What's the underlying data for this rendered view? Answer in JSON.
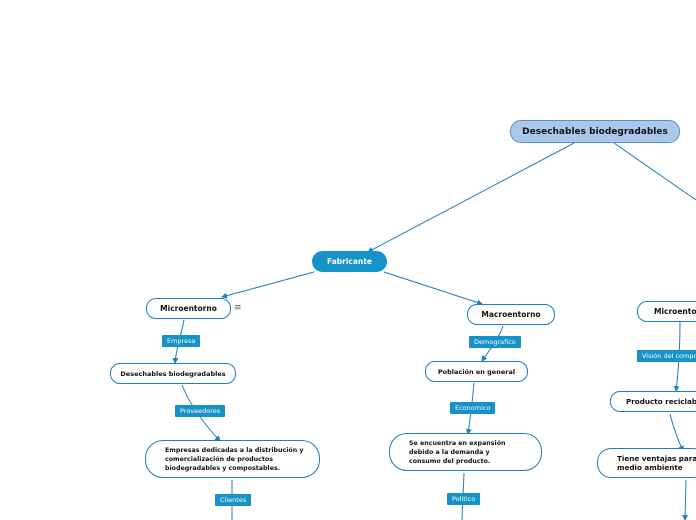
{
  "diagram": {
    "root": "Desechables biodegradables",
    "fabricante": "Fabricante",
    "left_branch": {
      "micro": "Microentorno",
      "tag_empresa": "Empresa",
      "desechables": "Desechables biodegradables",
      "tag_proveedores": "Proveedores",
      "empresas_text": "Empresas dedicadas a la distribución y comercialización de productos biodegradables y compostables.",
      "tag_clientes": "Clientes"
    },
    "middle_branch": {
      "macro": "Macroentorno",
      "tag_demografico": "Demografico",
      "poblacion": "Población en general",
      "tag_economico": "Economico",
      "expansion_text": "Se encuentra en expansión debido a la demanda y consumo del producto.",
      "tag_politico": "Politico"
    },
    "right_branch": {
      "micro": "Microentorno",
      "tag_vision": "Visión del compr",
      "producto": "Producto reciclabl",
      "ventajas_text": "Tiene ventajas para medio ambiente"
    },
    "menu_icon": "≡"
  },
  "colors": {
    "edge": "#1c7fc0",
    "tag_bg": "#1592c8",
    "root_bg": "#a9c8ea",
    "main_bg": "#1592c8"
  }
}
